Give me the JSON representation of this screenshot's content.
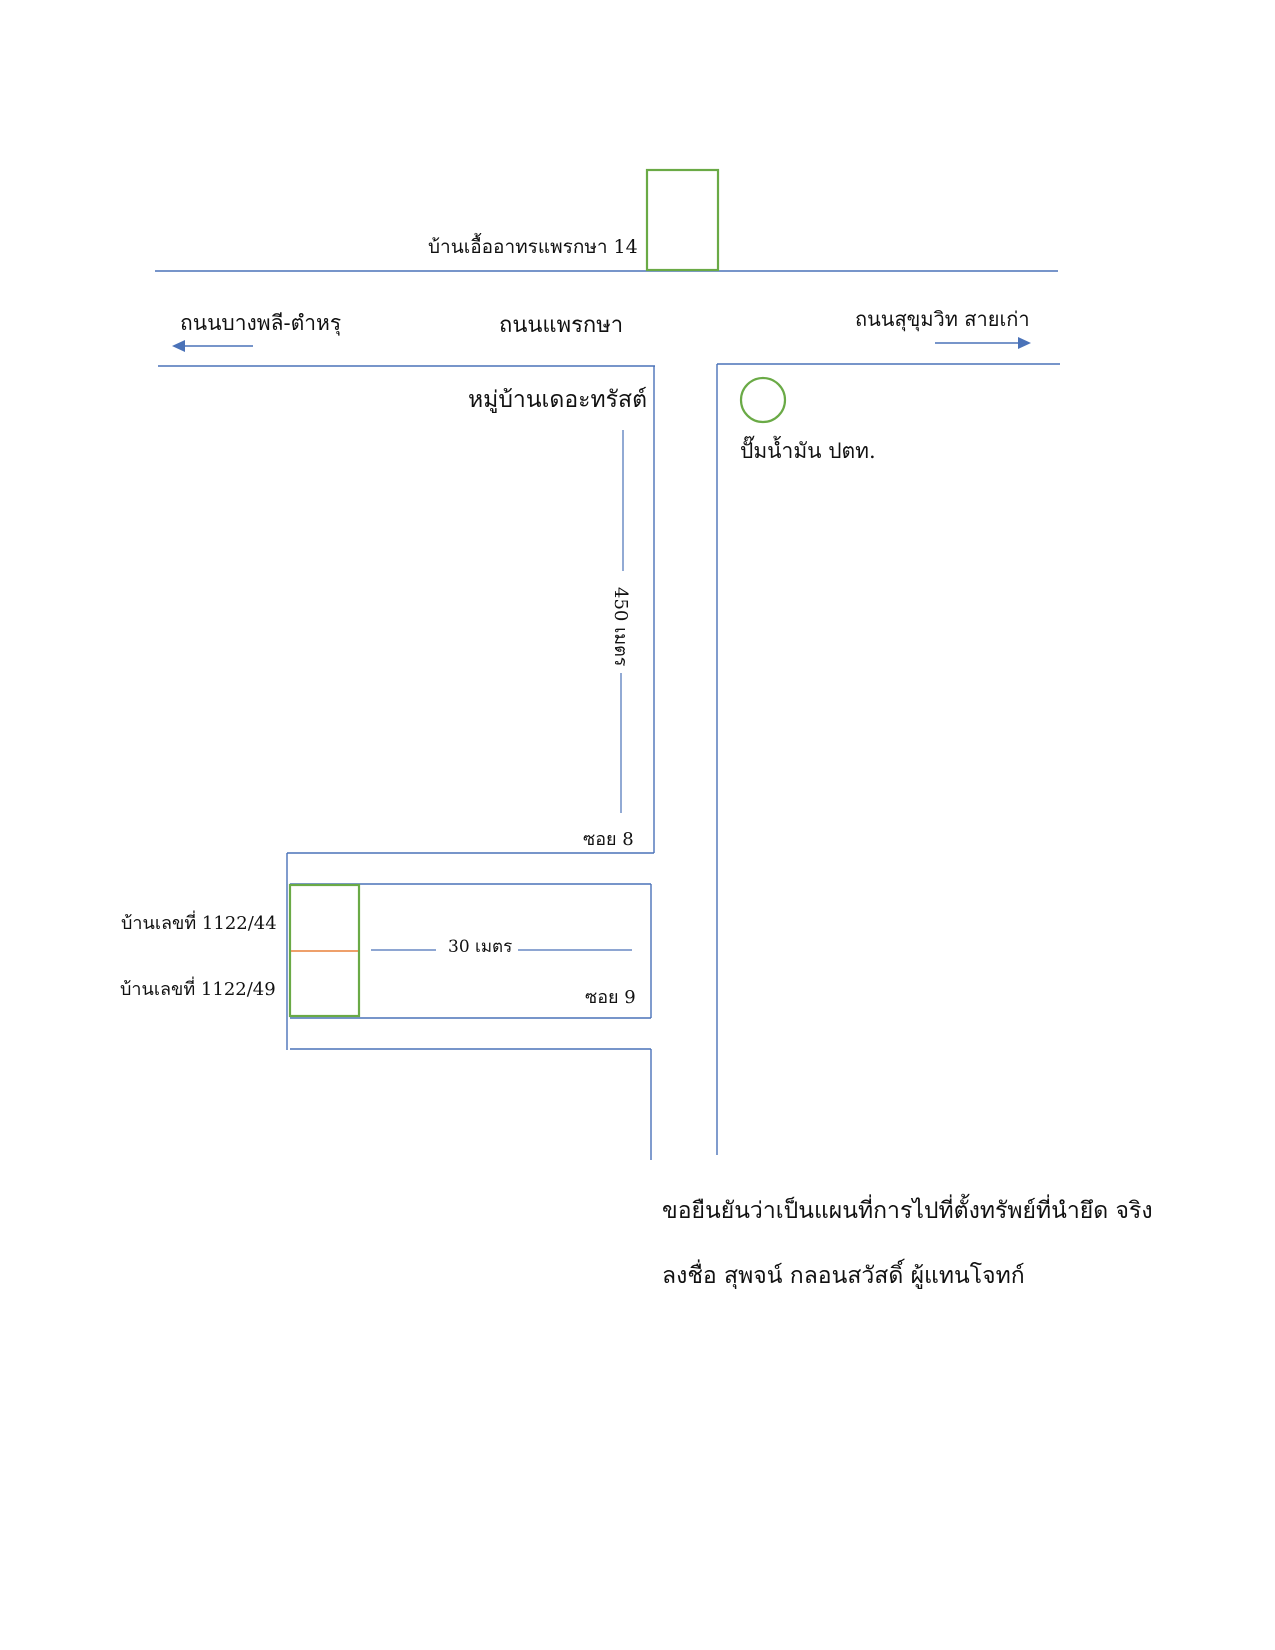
{
  "labels": {
    "building_top": "บ้านเอื้ออาทรแพรกษา 14",
    "road_left": "ถนนบางพลี-ตำหรุ",
    "road_main": "ถนนแพรกษา",
    "road_right": "ถนนสุขุมวิท สายเก่า",
    "village": "หมู่บ้านเดอะทรัสต์",
    "gas_station": "ปั๊มน้ำมัน ปตท.",
    "distance_soi": "450 เมตร",
    "soi_8": "ซอย 8",
    "distance_house": "30 เมตร",
    "soi_9": "ซอย 9",
    "house_1": "บ้านเลขที่ 1122/44",
    "house_2": "บ้านเลขที่ 1122/49"
  },
  "certification": {
    "statement": "ขอยืนยันว่าเป็นแผนที่การไปที่ตั้งทรัพย์ที่นำยึด จริง",
    "signature_line": "ลงชื่อ สุพจน์ กลอนสวัสดิ์ ผู้แทนโจทก์"
  },
  "icons": {
    "arrow_left": "arrow-left-icon",
    "arrow_right": "arrow-right-icon",
    "gas_station_marker": "circle-marker-icon"
  },
  "colors": {
    "road": "#4a72b8",
    "building_outline": "#6aaa46",
    "property_divider": "#e8803a"
  }
}
